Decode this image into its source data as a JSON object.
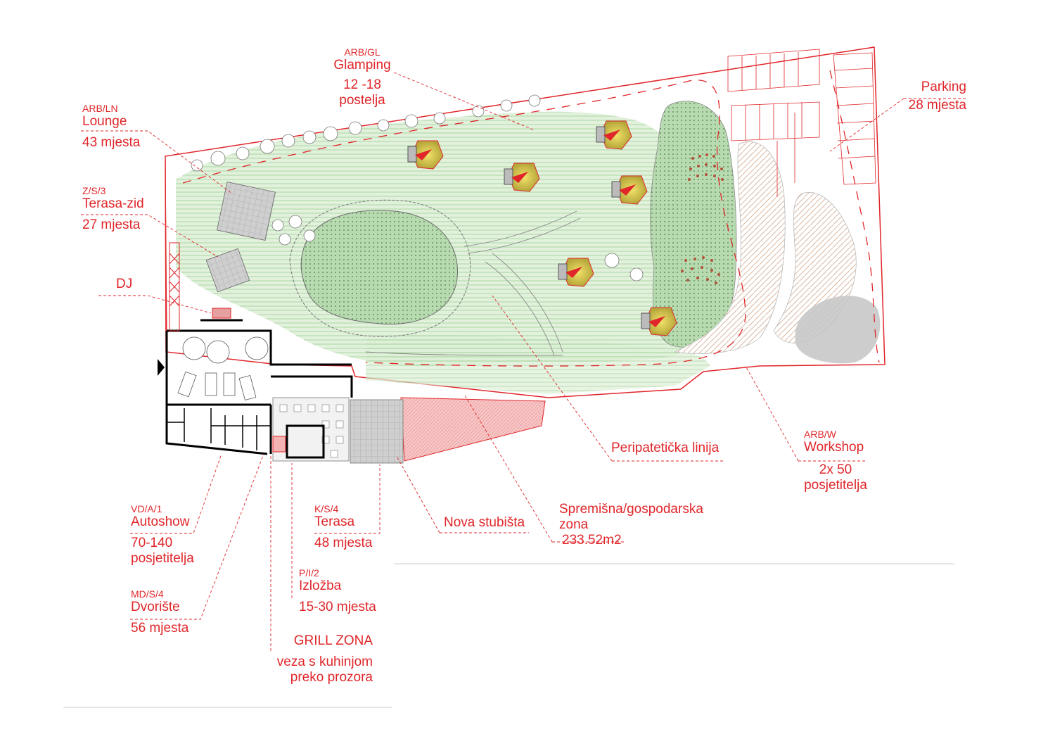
{
  "colors": {
    "accent": "#e0262a",
    "lawn": "#cfe6c6",
    "lawn_dark": "#8fc08a",
    "pink_zone": "#f3b3b3",
    "building": "#000000",
    "paved": "#bdbdbd"
  },
  "labels": {
    "glamping": {
      "code": "ARB/GL",
      "name": "Glamping",
      "value_1": "12 -18",
      "value_2": "postelja"
    },
    "lounge": {
      "code": "ARB/LN",
      "name": "Lounge",
      "value_1": "43 mjesta"
    },
    "terasa_zid": {
      "code": "Z/S/3",
      "name": "Terasa-zid",
      "value_1": "27 mjesta"
    },
    "dj": {
      "name": "DJ"
    },
    "parking": {
      "name": "Parking",
      "value_1": "28 mjesta"
    },
    "peripateticka": {
      "name": "Peripatetička linija"
    },
    "workshop": {
      "code": "ARB/W",
      "name": "Workshop",
      "value_1": "2x 50",
      "value_2": "posjetitelja"
    },
    "autoshow": {
      "code": "VD/A/1",
      "name": "Autoshow",
      "value_1": "70-140",
      "value_2": "posjetitelja"
    },
    "terasa": {
      "code": "K/S/4",
      "name": "Terasa",
      "value_1": "48 mjesta"
    },
    "nova_stubista": {
      "name": "Nova stubišta"
    },
    "spremisna": {
      "name_1": "Spremišna/gospodarska",
      "name_2": "zona",
      "value_1": "233.52m2"
    },
    "izlozba": {
      "code": "P/I/2",
      "name": "Izložba",
      "value_1": "15-30 mjesta"
    },
    "dvoriste": {
      "code": "MD/S/4",
      "name": "Dvorište",
      "value_1": "56 mjesta"
    },
    "grill": {
      "name": "GRILL ZONA",
      "value_1": "veza s kuhinjom",
      "value_2": "preko prozora"
    }
  }
}
